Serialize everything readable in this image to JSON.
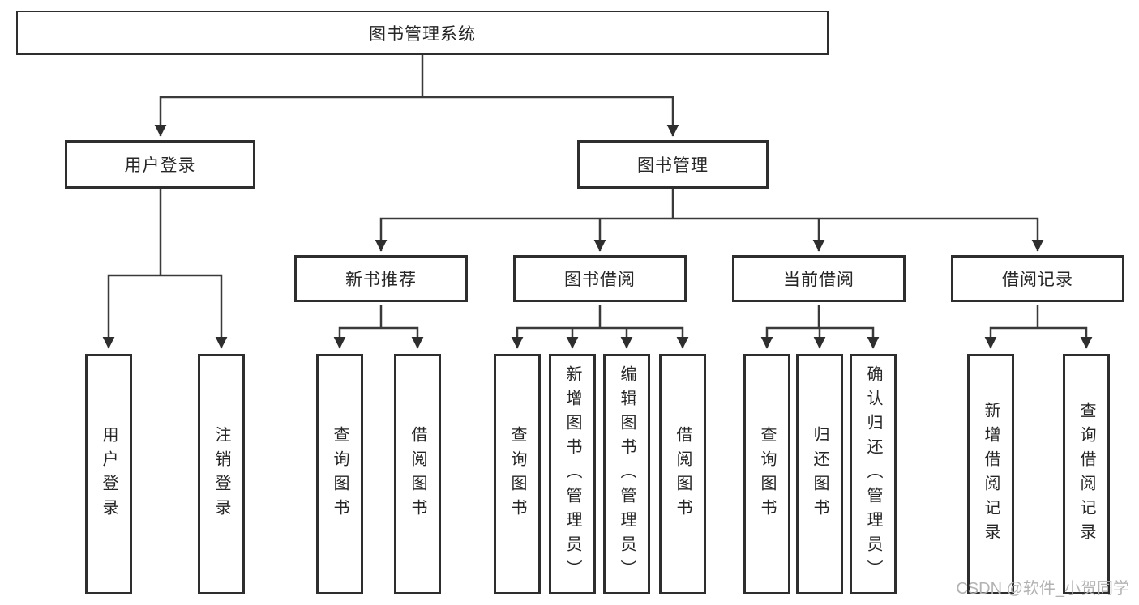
{
  "tree": {
    "label": "图书管理系统",
    "children": [
      {
        "label": "用户登录",
        "children": [
          {
            "label": "用户登录"
          },
          {
            "label": "注销登录"
          }
        ]
      },
      {
        "label": "图书管理",
        "children": [
          {
            "label": "新书推荐",
            "children": [
              {
                "label": "查询图书"
              },
              {
                "label": "借阅图书"
              }
            ]
          },
          {
            "label": "图书借阅",
            "children": [
              {
                "label": "查询图书"
              },
              {
                "label": "新增图书（管理员）"
              },
              {
                "label": "编辑图书（管理员）"
              },
              {
                "label": "借阅图书"
              }
            ]
          },
          {
            "label": "当前借阅",
            "children": [
              {
                "label": "查询图书"
              },
              {
                "label": "归还图书"
              },
              {
                "label": "确认归还（管理员）"
              }
            ]
          },
          {
            "label": "借阅记录",
            "children": [
              {
                "label": "新增借阅记录"
              },
              {
                "label": "查询借阅记录"
              }
            ]
          }
        ]
      }
    ]
  },
  "watermark": {
    "text": "CSDN @软件_小贺同学"
  },
  "colors": {
    "background": "#ffffff",
    "box_border": "#2e2e2e",
    "connector": "#3a3a3a",
    "text": "#262626",
    "watermark": "#b3b3b3"
  }
}
